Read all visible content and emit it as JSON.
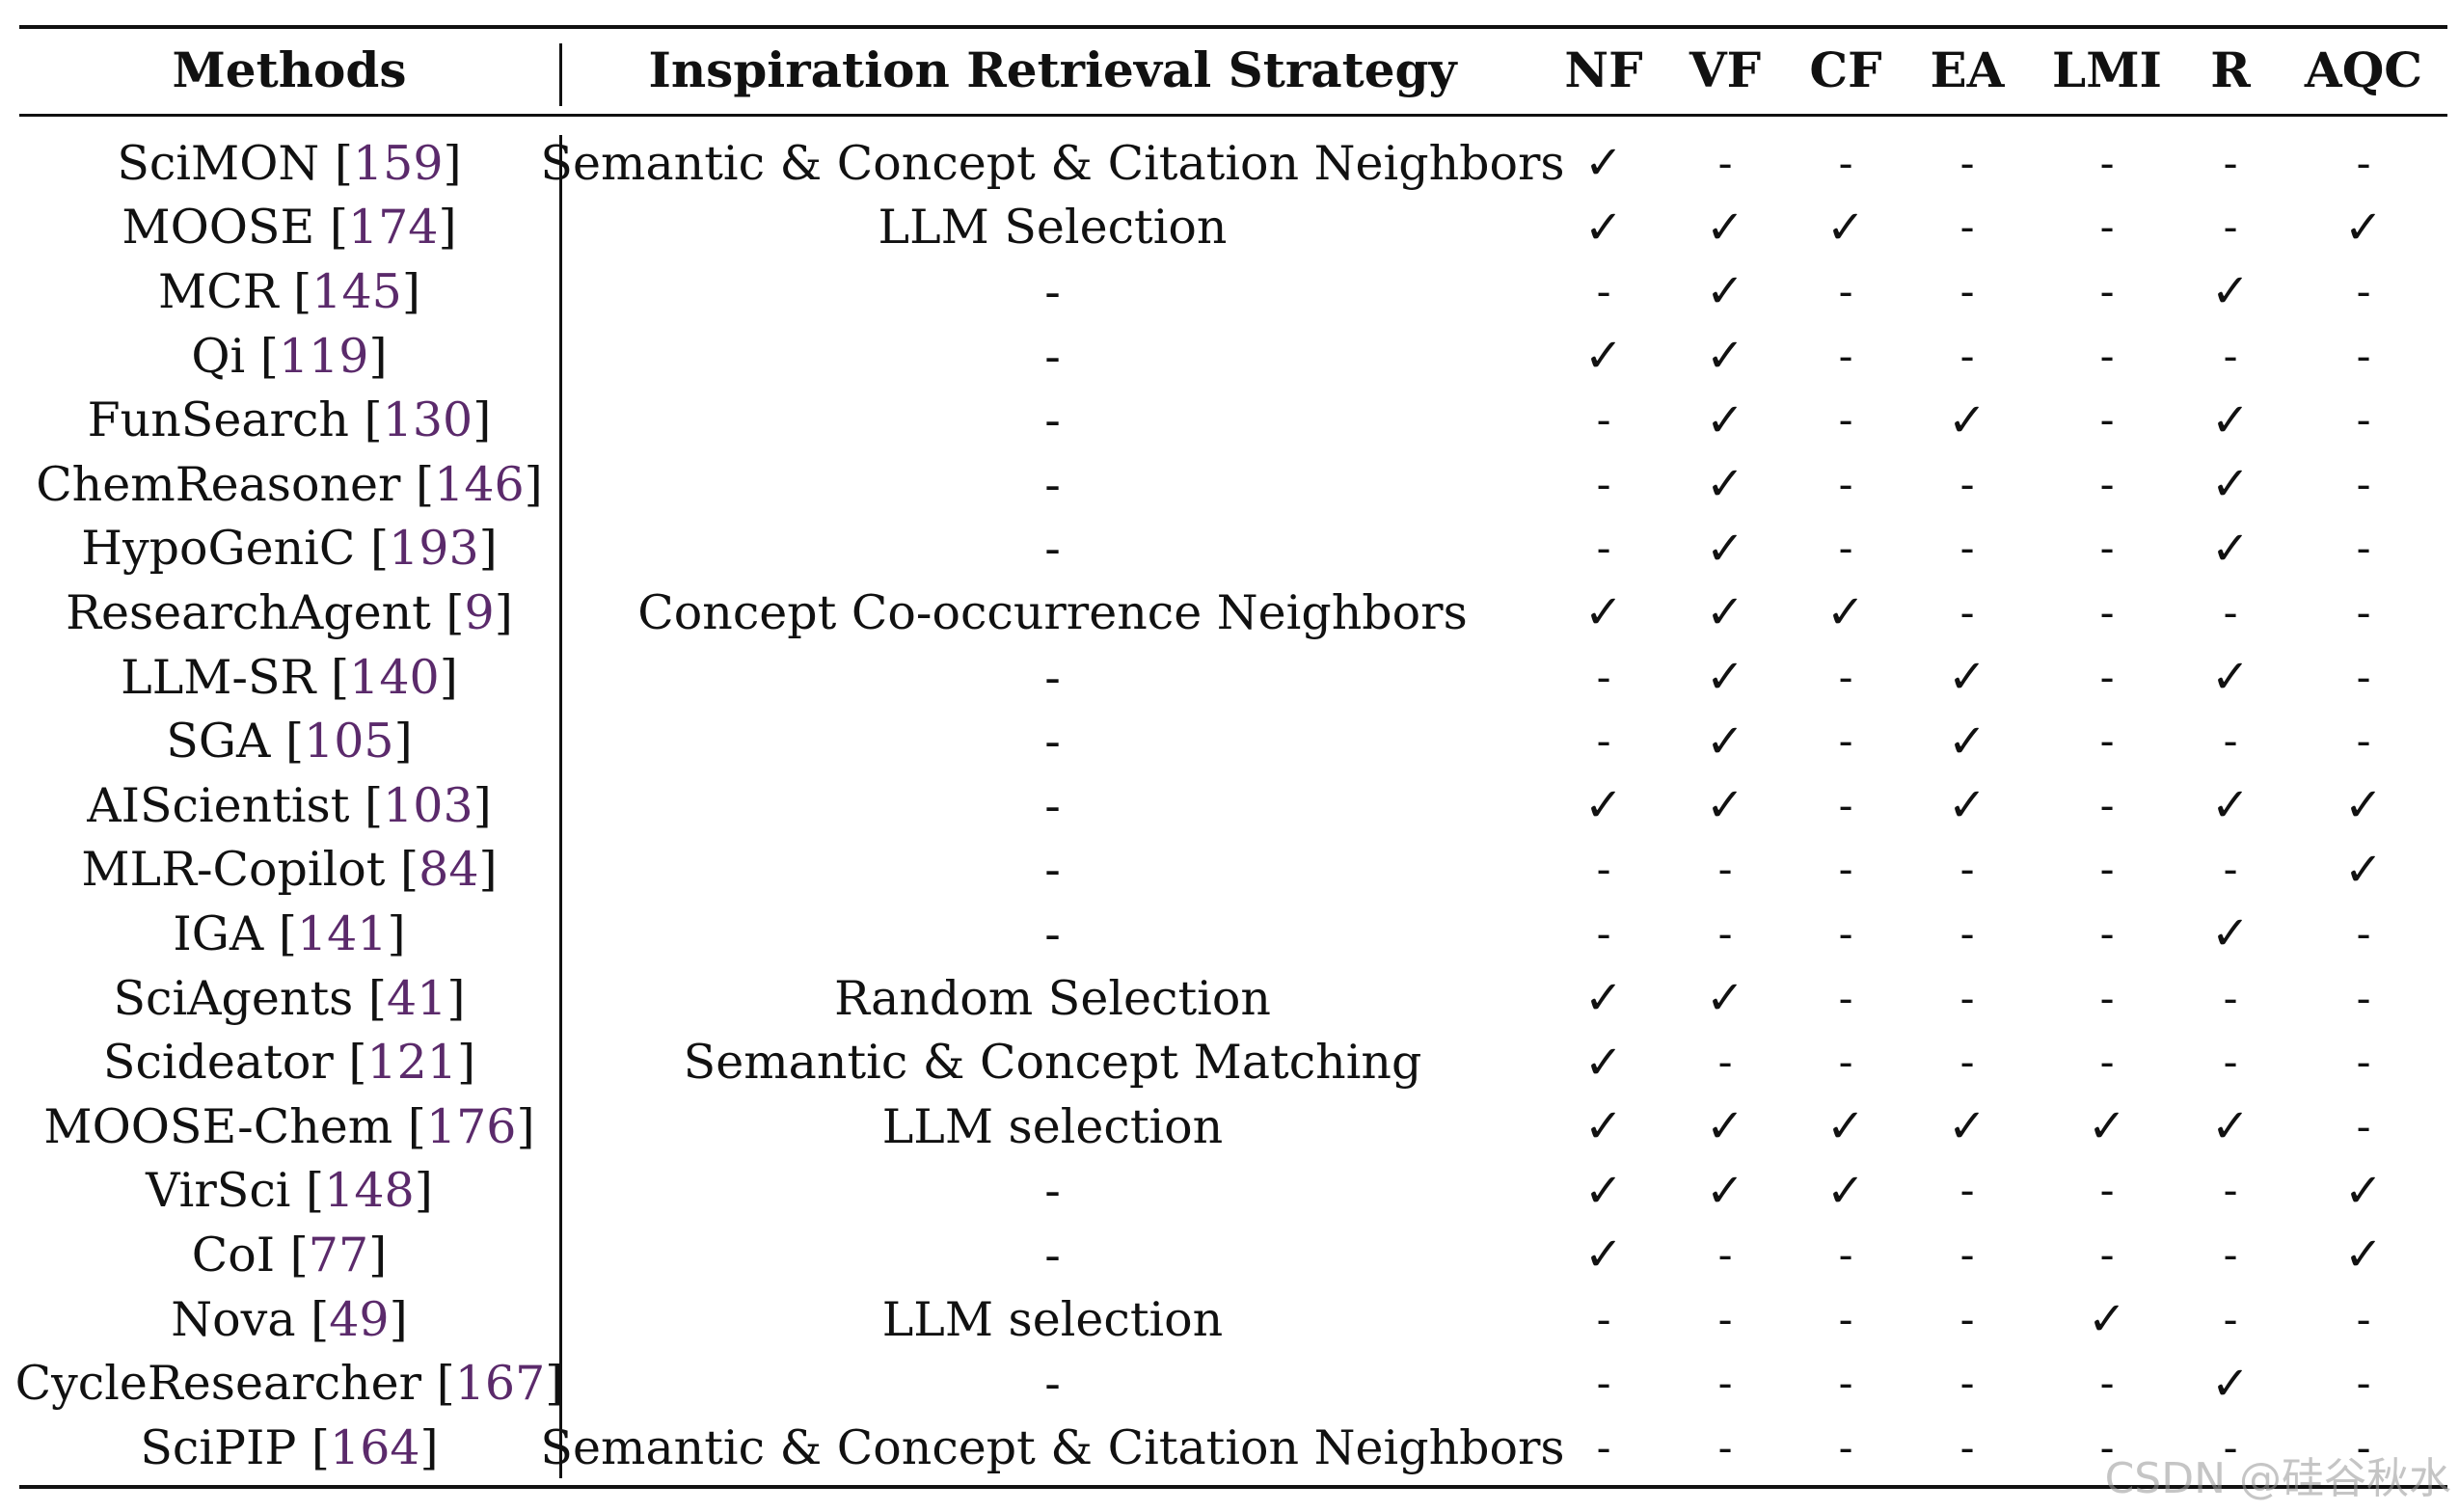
{
  "headers": {
    "methods": "Methods",
    "strategy": "Inspiration Retrieval Strategy",
    "cols": [
      "NF",
      "VF",
      "CF",
      "EA",
      "LMI",
      "R",
      "AQC"
    ]
  },
  "symbols": {
    "check": "✓",
    "dash": "-"
  },
  "rows": [
    {
      "method": "SciMON",
      "ref": "159",
      "strategy": "Semantic & Concept & Citation Neighbors",
      "marks": [
        true,
        false,
        false,
        false,
        false,
        false,
        false
      ]
    },
    {
      "method": "MOOSE",
      "ref": "174",
      "strategy": "LLM Selection",
      "marks": [
        true,
        true,
        true,
        false,
        false,
        false,
        true
      ]
    },
    {
      "method": "MCR",
      "ref": "145",
      "strategy": "-",
      "marks": [
        false,
        true,
        false,
        false,
        false,
        true,
        false
      ]
    },
    {
      "method": "Qi",
      "ref": "119",
      "strategy": "-",
      "marks": [
        true,
        true,
        false,
        false,
        false,
        false,
        false
      ]
    },
    {
      "method": "FunSearch",
      "ref": "130",
      "strategy": "-",
      "marks": [
        false,
        true,
        false,
        true,
        false,
        true,
        false
      ]
    },
    {
      "method": "ChemReasoner",
      "ref": "146",
      "strategy": "-",
      "marks": [
        false,
        true,
        false,
        false,
        false,
        true,
        false
      ]
    },
    {
      "method": "HypoGeniC",
      "ref": "193",
      "strategy": "-",
      "marks": [
        false,
        true,
        false,
        false,
        false,
        true,
        false
      ]
    },
    {
      "method": "ResearchAgent",
      "ref": "9",
      "strategy": "Concept Co-occurrence Neighbors",
      "marks": [
        true,
        true,
        true,
        false,
        false,
        false,
        false
      ]
    },
    {
      "method": "LLM-SR",
      "ref": "140",
      "strategy": "-",
      "marks": [
        false,
        true,
        false,
        true,
        false,
        true,
        false
      ]
    },
    {
      "method": "SGA",
      "ref": "105",
      "strategy": "-",
      "marks": [
        false,
        true,
        false,
        true,
        false,
        false,
        false
      ]
    },
    {
      "method": "AIScientist",
      "ref": "103",
      "strategy": "-",
      "marks": [
        true,
        true,
        false,
        true,
        false,
        true,
        true
      ]
    },
    {
      "method": "MLR-Copilot",
      "ref": "84",
      "strategy": "-",
      "marks": [
        false,
        false,
        false,
        false,
        false,
        false,
        true
      ]
    },
    {
      "method": "IGA",
      "ref": "141",
      "strategy": "-",
      "marks": [
        false,
        false,
        false,
        false,
        false,
        true,
        false
      ]
    },
    {
      "method": "SciAgents",
      "ref": "41",
      "strategy": "Random Selection",
      "marks": [
        true,
        true,
        false,
        false,
        false,
        false,
        false
      ]
    },
    {
      "method": "Scideator",
      "ref": "121",
      "strategy": "Semantic & Concept Matching",
      "marks": [
        true,
        false,
        false,
        false,
        false,
        false,
        false
      ]
    },
    {
      "method": "MOOSE-Chem",
      "ref": "176",
      "strategy": "LLM selection",
      "marks": [
        true,
        true,
        true,
        true,
        true,
        true,
        false
      ]
    },
    {
      "method": "VirSci",
      "ref": "148",
      "strategy": "-",
      "marks": [
        true,
        true,
        true,
        false,
        false,
        false,
        true
      ]
    },
    {
      "method": "CoI",
      "ref": "77",
      "strategy": "-",
      "marks": [
        true,
        false,
        false,
        false,
        false,
        false,
        true
      ]
    },
    {
      "method": "Nova",
      "ref": "49",
      "strategy": "LLM selection",
      "marks": [
        false,
        false,
        false,
        false,
        true,
        false,
        false
      ]
    },
    {
      "method": "CycleResearcher",
      "ref": "167",
      "strategy": "-",
      "marks": [
        false,
        false,
        false,
        false,
        false,
        true,
        false
      ]
    },
    {
      "method": "SciPIP",
      "ref": "164",
      "strategy": "Semantic & Concept & Citation Neighbors",
      "marks": [
        false,
        false,
        false,
        false,
        false,
        false,
        false
      ]
    }
  ],
  "watermark": "CSDN @硅谷秋水"
}
